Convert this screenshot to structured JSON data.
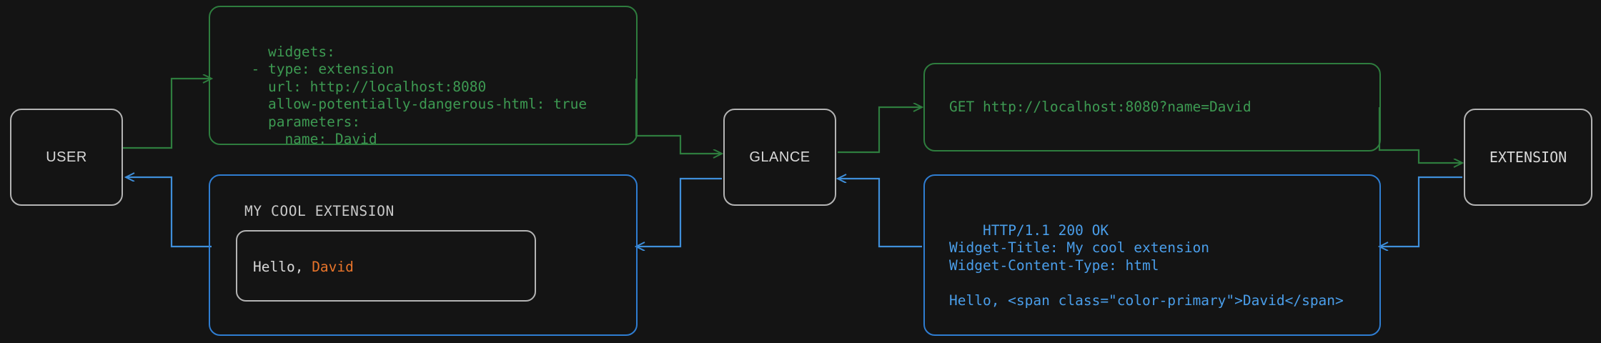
{
  "theme": {
    "background": "#141414",
    "request_color": "#3d9a52",
    "response_color": "#4a9eea",
    "node_border": "#b4b4b4",
    "node_text": "#d8d8d8",
    "accent": "#e8742a"
  },
  "nodes": {
    "user": {
      "label": "USER"
    },
    "glance": {
      "label": "GLANCE"
    },
    "extension": {
      "label": "EXTENSION"
    }
  },
  "config_box": {
    "kind": "yaml-config",
    "text": "widgets:\n  - type: extension\n    url: http://localhost:8080\n    allow-potentially-dangerous-html: true\n    parameters:\n      name: David"
  },
  "request_box": {
    "kind": "http-request",
    "text": "GET http://localhost:8080?name=David"
  },
  "response_box": {
    "kind": "http-response",
    "text": "HTTP/1.1 200 OK\nWidget-Title: My cool extension\nWidget-Content-Type: html\n\nHello, <span class=\"color-primary\">David</span>"
  },
  "widget_render": {
    "title": "MY COOL EXTENSION",
    "body_prefix": "Hello, ",
    "body_accent": "David"
  },
  "flow": {
    "request_edges": [
      "user-to-config",
      "config-to-glance",
      "glance-to-request",
      "request-to-extension"
    ],
    "response_edges": [
      "extension-to-response",
      "response-to-glance",
      "glance-to-widget",
      "widget-to-user"
    ]
  }
}
